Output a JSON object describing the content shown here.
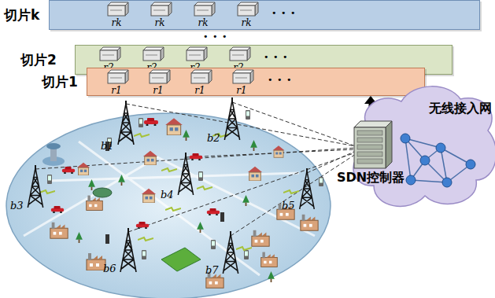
{
  "diagram": {
    "nodes": [
      {
        "text": [
          "切片k"
        ]
      },
      {
        "text": [
          "rk"
        ],
        "in": 0
      },
      {
        "text": [
          "rk"
        ],
        "in": 0
      },
      {
        "text": [
          "rk"
        ],
        "in": 0
      },
      {
        "text": [
          "rk"
        ],
        "in": 0
      },
      {
        "text": [
          "切片2"
        ]
      },
      {
        "text": [
          "r2"
        ],
        "in": 5
      },
      {
        "text": [
          "r2"
        ],
        "in": 5
      },
      {
        "text": [
          "r2"
        ],
        "in": 5
      },
      {
        "text": [
          "r2"
        ],
        "in": 5
      },
      {
        "text": [
          "切片1"
        ]
      },
      {
        "text": [
          "r1"
        ],
        "in": 10
      },
      {
        "text": [
          "r1"
        ],
        "in": 10
      },
      {
        "text": [
          "r1"
        ],
        "in": 10
      },
      {
        "text": [
          "r1"
        ],
        "in": 10
      },
      {
        "text": [
          "无线接入网"
        ]
      },
      {
        "text": [
          "SDN控制器"
        ]
      }
    ],
    "edges": [
      {
        "from": 16,
        "to": 10,
        "arrow": "to"
      }
    ],
    "labels": [
      "• • •",
      "• • •",
      "• • •",
      "• • •",
      "b1",
      "b2",
      "b3",
      "b4",
      "b5",
      "b6",
      "b7"
    ]
  }
}
